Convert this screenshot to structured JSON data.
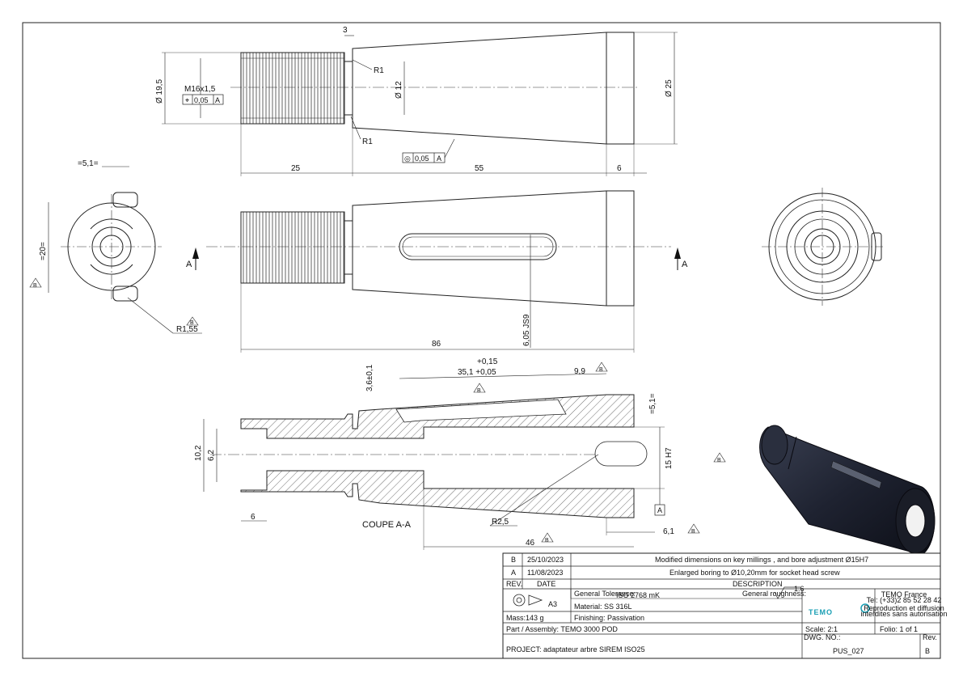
{
  "dimensions": {
    "top": {
      "width_3": "3",
      "r1_top": "R1",
      "r1_bottom": "R1",
      "dia_19_5": "Ø 19,5",
      "thread": "M16x1,5",
      "pos_tol_value": "0,05",
      "pos_tol_datum": "A",
      "dia_12": "Ø 12",
      "dia_25": "Ø 25",
      "conc_tol_value": "0,05",
      "conc_tol_datum": "A",
      "len_25": "25",
      "len_55": "55",
      "len_6": "6"
    },
    "middle": {
      "width_5_1": "=5,1=",
      "width_20": "=20=",
      "tag_b_left": "B",
      "r155_tag": "B",
      "r155": "R1,55",
      "section_left": "A",
      "section_right": "A",
      "depth_6_05": "6,05 JS9",
      "len_86": "86"
    },
    "section": {
      "depth_3_6": "3,6±0,1",
      "tol_plus_top": "+0,15",
      "len_35_1": "35,1 +0,05",
      "tag_b_35": "B",
      "len_9_9": "9,9",
      "tag_b_99": "B",
      "width_5_1v": "=5,1=",
      "dia_10_2": "10,2",
      "dia_6_2": "6,2",
      "bore_15h7": "15 H7",
      "datum_a": "A",
      "len_6": "6",
      "title": "COUPE A-A",
      "r2_5": "R2,5",
      "len_46": "46",
      "tag_b_46": "B",
      "len_6_1": "6,1",
      "tag_b_61": "B",
      "tag_b_free": "B"
    }
  },
  "revisions": [
    {
      "rev": "B",
      "date": "25/10/2023",
      "description": "Modified dimensions on key millings , and bore adjustment Ø15H7"
    },
    {
      "rev": "A",
      "date": "11/08/2023",
      "description": "Enlarged boring to Ø10,20mm for socket head screw"
    }
  ],
  "rev_headers": {
    "rev": "REV.",
    "date": "DATE",
    "description": "DESCRIPTION"
  },
  "title_block": {
    "sheet_size": "A3",
    "general_tolerance_label": "General Tolerance:",
    "general_tolerance": "ISO 2768 mK",
    "general_roughness_label": "General roughness:",
    "roughness_value": "1.6",
    "material": "Material: SS 316L",
    "mass": "Mass:143 g",
    "finishing": "Finishing: Passivation",
    "part": "Part / Assembly: TEMO 3000 POD",
    "project": "PROJECT: adaptateur arbre SIREM ISO25",
    "company": "TEMO",
    "company_info_1": "TEMO France",
    "company_info_2": "Tel: (+33)2 85 52 28 42",
    "company_info_3": "Reproduction et diffusion",
    "company_info_4": "interdites sans autorisation",
    "scale": "Scale: 2:1",
    "folio": "Folio: 1 of 1",
    "dwg_label": "DWG. NO.:",
    "dwg_no": "PUS_027",
    "rev_label": "Rev.",
    "rev_value": "B"
  },
  "colors": {
    "logo": "#1a9fb4",
    "part_3d": "#1e2230"
  }
}
